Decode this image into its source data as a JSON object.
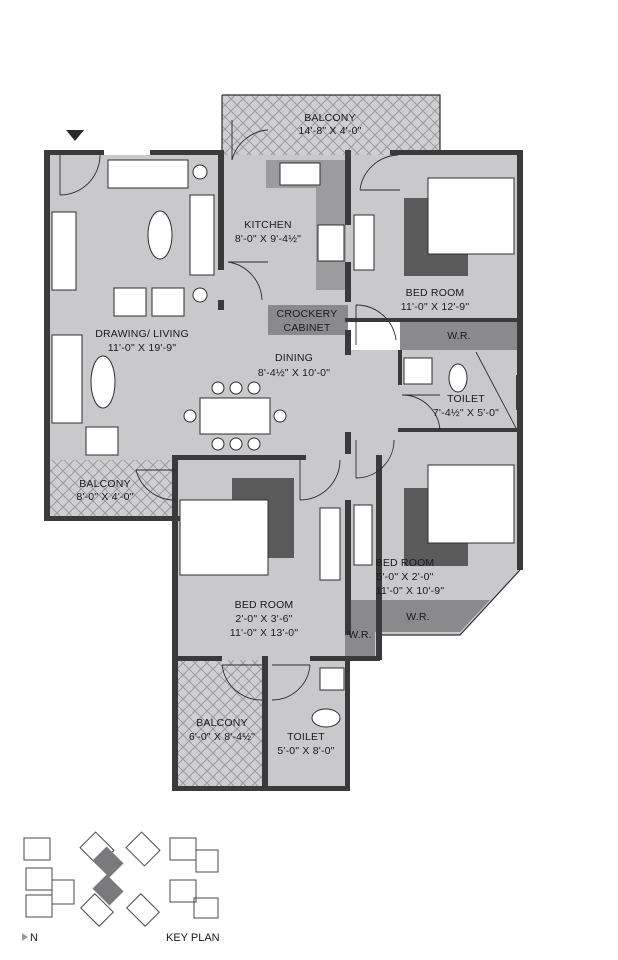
{
  "rooms": {
    "balcony_top": {
      "name": "BALCONY",
      "size": "14'-8\" X 4'-0\""
    },
    "kitchen": {
      "name": "KITCHEN",
      "size": "8'-0\" X 9'-4½\""
    },
    "bedroom1": {
      "name": "BED ROOM",
      "size": "11'-0\" X 12'-9\""
    },
    "crockery": {
      "line1": "CROCKERY",
      "line2": "CABINET"
    },
    "wr1": {
      "name": "W.R."
    },
    "drawing": {
      "name": "DRAWING/ LIVING",
      "size": "11'-0\" X 19'-9\""
    },
    "dining": {
      "name": "DINING",
      "size": "8'-4½\" X 10'-0\""
    },
    "toilet1": {
      "name": "TOILET",
      "size": "7'-4½\" X 5'-0\""
    },
    "balcony_left": {
      "name": "BALCONY",
      "size": "8'-0\" X 4'-0\""
    },
    "bedroom2": {
      "name": "BED ROOM",
      "size1": "5'-0\" X 2'-0\"",
      "size2": "11'-0\" X 10'-9\""
    },
    "wr2": {
      "name": "W.R."
    },
    "bedroom3": {
      "name": "BED ROOM",
      "size1": "2'-0\" X 3'-6\"",
      "size2": "11'-0\" X 13'-0\""
    },
    "wr3": {
      "name": "W.R."
    },
    "balcony_bottom": {
      "name": "BALCONY",
      "size": "6'-0\" X 8'-4½\""
    },
    "toilet2": {
      "name": "TOILET",
      "size": "5'-0\" X 8'-0\""
    }
  },
  "key_plan": {
    "label": "KEY PLAN",
    "north": "N"
  }
}
